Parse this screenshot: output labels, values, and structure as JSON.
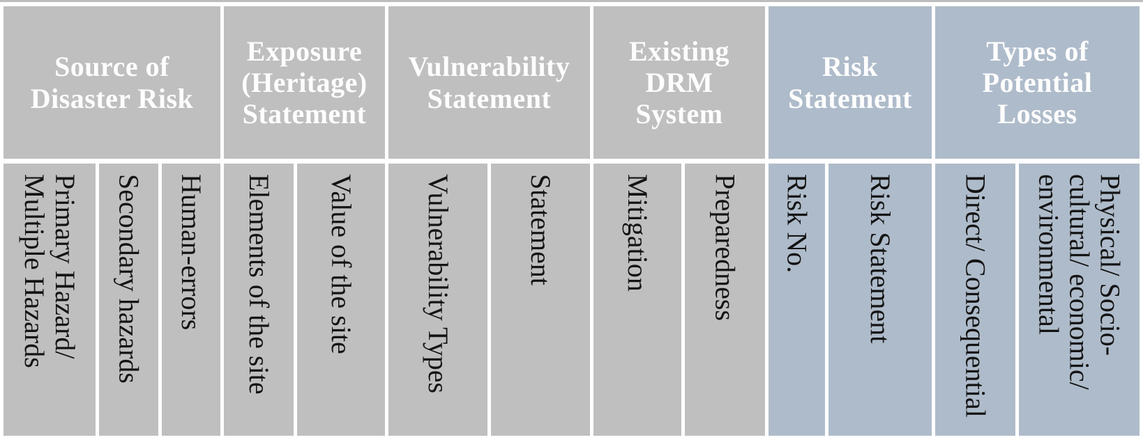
{
  "table": {
    "title": "Risk assessment table header",
    "colors": {
      "group_gray": "#bfbfbf",
      "group_blue": "#aebbca",
      "header_text": "#fdfdfd",
      "subheader_text": "#141414"
    },
    "groups": [
      {
        "label": "Source of\nDisaster Risk",
        "theme": "gray",
        "columns": 3
      },
      {
        "label": "Exposure\n(Heritage)\nStatement",
        "theme": "gray",
        "columns": 2
      },
      {
        "label": "Vulnerability\nStatement",
        "theme": "gray",
        "columns": 2
      },
      {
        "label": "Existing\nDRM\nSystem",
        "theme": "gray",
        "columns": 2
      },
      {
        "label": "Risk\nStatement",
        "theme": "blue",
        "columns": 2
      },
      {
        "label": "Types of\nPotential\nLosses",
        "theme": "blue",
        "columns": 2
      }
    ],
    "columns": [
      {
        "label": "Primary Hazard/\nMultiple Hazards",
        "theme": "gray"
      },
      {
        "label": "Secondary hazards",
        "theme": "gray"
      },
      {
        "label": "Human-errors",
        "theme": "gray"
      },
      {
        "label": "Elements of the site",
        "theme": "gray"
      },
      {
        "label": "Value of the site",
        "theme": "gray"
      },
      {
        "label": "Vulnerability Types",
        "theme": "gray"
      },
      {
        "label": "Statement",
        "theme": "gray"
      },
      {
        "label": "Mitigation",
        "theme": "gray"
      },
      {
        "label": "Preparedness",
        "theme": "gray"
      },
      {
        "label": "Risk No.",
        "theme": "blue"
      },
      {
        "label": "Risk Statement",
        "theme": "blue"
      },
      {
        "label": "Direct/ Consequential",
        "theme": "blue"
      },
      {
        "label": "Physical/ Socio-\ncultural/ economic/\nenvironmental",
        "theme": "blue"
      }
    ]
  }
}
